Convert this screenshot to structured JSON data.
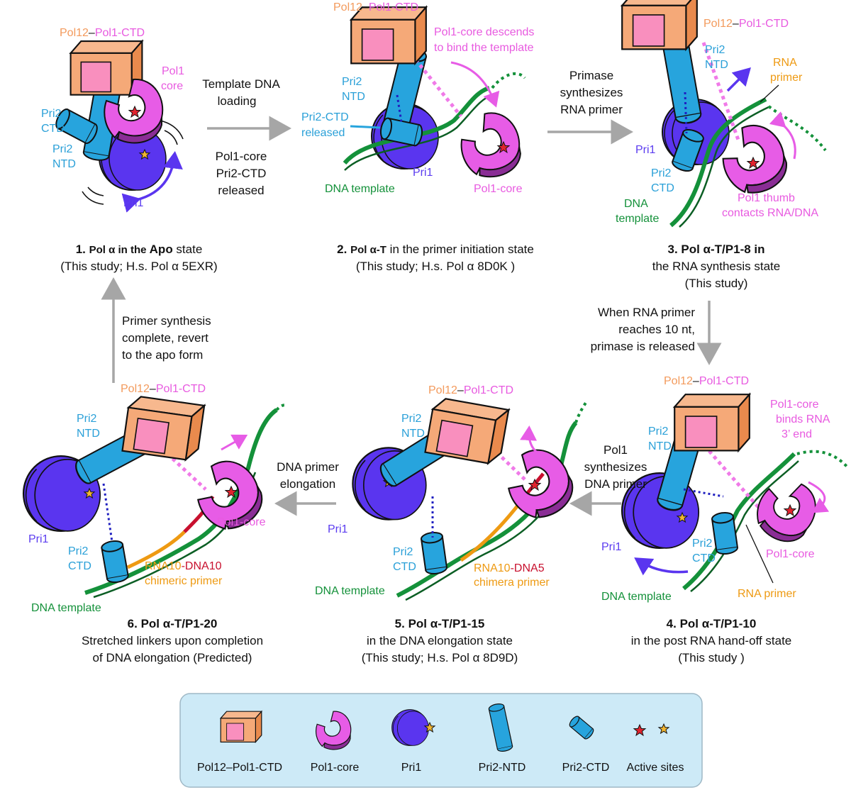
{
  "colors": {
    "pol12": "#f5a978",
    "pol12_front": "#f98fbe",
    "pol1core": "#e75ce6",
    "pol1core_dark": "#8a2d95",
    "pri1": "#5a35ef",
    "pri1_dark": "#3b1fb8",
    "pri2": "#27a4dd",
    "pri2_dark": "#1a7fb0",
    "dna": "#14913a",
    "rna": "#ee9a12",
    "arrow_gray": "#a6a6a6",
    "legend_bg": "#cdeaf7"
  },
  "panel1": {
    "label_pol12": "Pol12",
    "label_dash": "–",
    "label_pol1ctd": "Pol1-CTD",
    "label_pol1core_a": "Pol1",
    "label_pol1core_b": "core",
    "label_pri2ctd_a": "Pri2",
    "label_pri2ctd_b": "CTD",
    "label_pri2ntd_a": "Pri2",
    "label_pri2ntd_b": "NTD",
    "label_pri1": "Pri1",
    "caption_num": "1. ",
    "caption_bold_a": "Pol α in the ",
    "caption_bold_b": "Apo",
    "caption_rest": " state",
    "caption_line2": "(This study; H.s. Pol α 5EXR)"
  },
  "arrow12": {
    "top_a": "Template DNA",
    "top_b": "loading",
    "bottom_a": "Pol1-core",
    "bottom_b": "Pri2-CTD",
    "bottom_c": "released"
  },
  "panel2": {
    "label_pol12": "Pol12",
    "label_dash": "–",
    "label_pol1ctd": "Pol1-CTD",
    "note_a": "Pol1-core descends",
    "note_b": "to bind the template",
    "label_pri2ntd_a": "Pri2",
    "label_pri2ntd_b": "NTD",
    "label_pri2ctd_a": "Pri2-CTD",
    "label_pri2ctd_b": "released",
    "label_pri1": "Pri1",
    "label_dna": "DNA template",
    "label_pol1core": "Pol1-core",
    "caption_num": "2. ",
    "caption_bold": "Pol α-T",
    "caption_rest": " in the primer initiation state",
    "caption_line2": "(This study; H.s. Pol α 8D0K )"
  },
  "arrow23": {
    "text_a": "Primase",
    "text_b": "synthesizes",
    "text_c": "RNA primer"
  },
  "panel3": {
    "label_pol12": "Pol12",
    "label_dash": "–",
    "label_pol1ctd": "Pol1-CTD",
    "label_pri2ntd_a": "Pri2",
    "label_pri2ntd_b": "NTD",
    "label_rna_a": "RNA",
    "label_rna_b": "primer",
    "label_pri1": "Pri1",
    "label_pri2ctd_a": "Pri2",
    "label_pri2ctd_b": "CTD",
    "label_dna_a": "DNA",
    "label_dna_b": "template",
    "note_a": "Pol1 thumb",
    "note_b": "contacts RNA/DNA",
    "caption_bold_a": "3. Pol α-T/P1-8 in",
    "caption_line2": "the RNA synthesis state",
    "caption_line3": "(This study)"
  },
  "arrow34": {
    "text_a": "When RNA primer",
    "text_b": "reaches 10 nt,",
    "text_c": "primase is released"
  },
  "arrow61": {
    "text_a": "Primer synthesis",
    "text_b": "complete, revert",
    "text_c": "to the apo form"
  },
  "panel4": {
    "label_pol12": "Pol12",
    "label_dash": "–",
    "label_pol1ctd": "Pol1-CTD",
    "label_pri2ntd_a": "Pri2",
    "label_pri2ntd_b": "NTD",
    "note_a": "Pol1-core",
    "note_b": "binds RNA",
    "note_c": "3’ end",
    "label_pri1": "Pri1",
    "label_pri2ctd_a": "Pri2",
    "label_pri2ctd_b": "CTD",
    "label_pol1core": "Pol1-core",
    "label_dna": "DNA template",
    "label_rna": "RNA primer",
    "caption_bold": "4. Pol α-T/P1-10",
    "caption_line2": "in the post RNA hand-off state",
    "caption_line3": "(This study )"
  },
  "arrow45": {
    "text_a": "Pol1",
    "text_b": "synthesizes",
    "text_c": "DNA primer"
  },
  "panel5": {
    "label_pol12": "Pol12",
    "label_dash": "–",
    "label_pol1ctd": "Pol1-CTD",
    "label_pri2ntd_a": "Pri2",
    "label_pri2ntd_b": "NTD",
    "label_pri1": "Pri1",
    "label_pri2ctd_a": "Pri2",
    "label_pri2ctd_b": "CTD",
    "label_dna": "DNA template",
    "label_chim_rna": "RNA10",
    "label_chim_dash": "-",
    "label_chim_dna": "DNA5",
    "label_chim_b": "chimera primer",
    "caption_bold": "5. Pol α-T/P1-15",
    "caption_line2": "in the DNA elongation state",
    "caption_line3": "(This study; H.s. Pol α 8D9D)"
  },
  "arrow56": {
    "text_a": "DNA primer",
    "text_b": "elongation"
  },
  "panel6": {
    "label_pol12": "Pol12",
    "label_dash": "–",
    "label_pol1ctd": "Pol1-CTD",
    "label_pri2ntd_a": "Pri2",
    "label_pri2ntd_b": "NTD",
    "label_pri1": "Pri1",
    "label_pri2ctd_a": "Pri2",
    "label_pri2ctd_b": "CTD",
    "label_pol1core": "Pol1-core",
    "label_dna": "DNA template",
    "label_chim_rna": "RNA10",
    "label_chim_dash": "-",
    "label_chim_dna": "DNA10",
    "label_chim_b": "chimeric primer",
    "caption_bold": "6. Pol α-T/P1-20",
    "caption_line2": "Stretched linkers upon completion",
    "caption_line3": "of DNA elongation (Predicted)"
  },
  "legend": {
    "items": [
      "Pol12–Pol1-CTD",
      "Pol1-core",
      "Pri1",
      "Pri2-NTD",
      "Pri2-CTD",
      "Active sites"
    ]
  }
}
